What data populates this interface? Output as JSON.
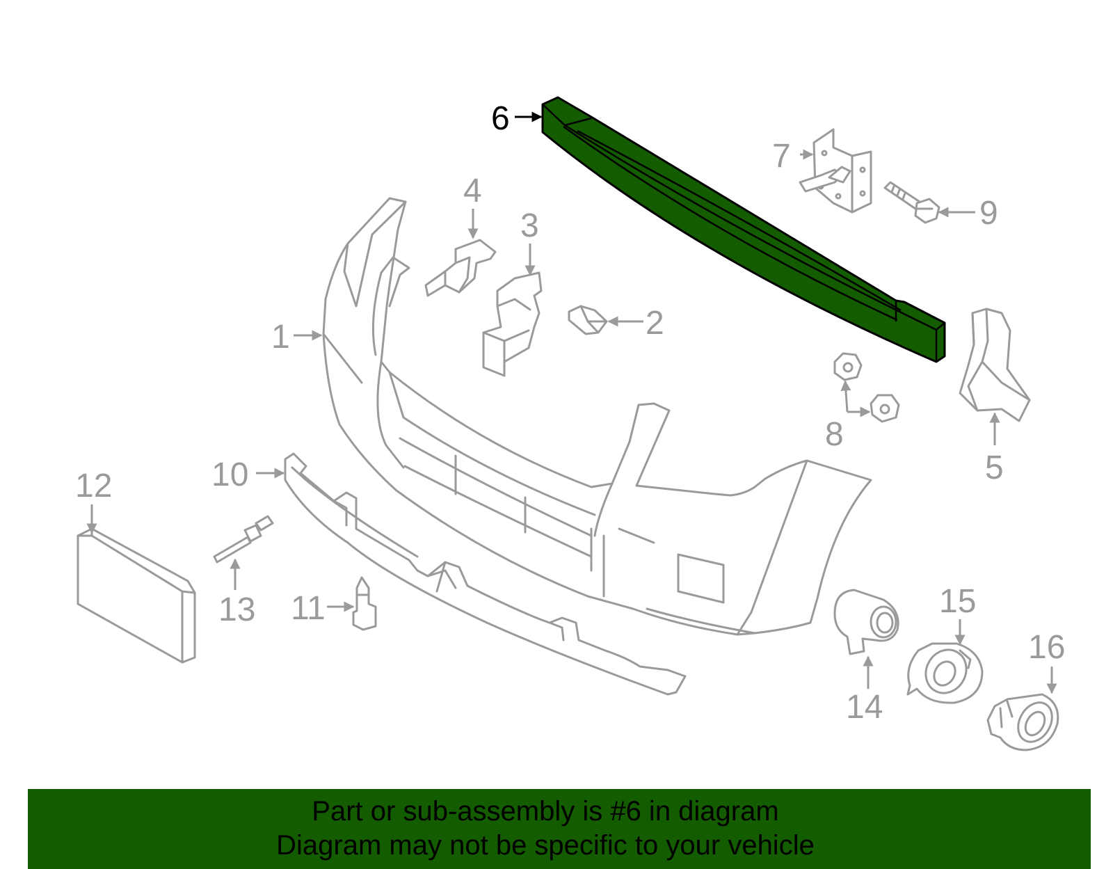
{
  "diagram": {
    "highlight_color": "#145c00",
    "outline_color": "#9a9a9a",
    "highlighted_part": "6",
    "callouts": {
      "c1": "1",
      "c2": "2",
      "c3": "3",
      "c4": "4",
      "c5": "5",
      "c6": "6",
      "c7": "7",
      "c8": "8",
      "c9": "9",
      "c10": "10",
      "c11": "11",
      "c12": "12",
      "c13": "13",
      "c14": "14",
      "c15": "15",
      "c16": "16"
    }
  },
  "banner": {
    "line1": "Part or sub-assembly is #6 in diagram",
    "line2": "Diagram may not be specific to your vehicle",
    "background": "#145c00"
  }
}
